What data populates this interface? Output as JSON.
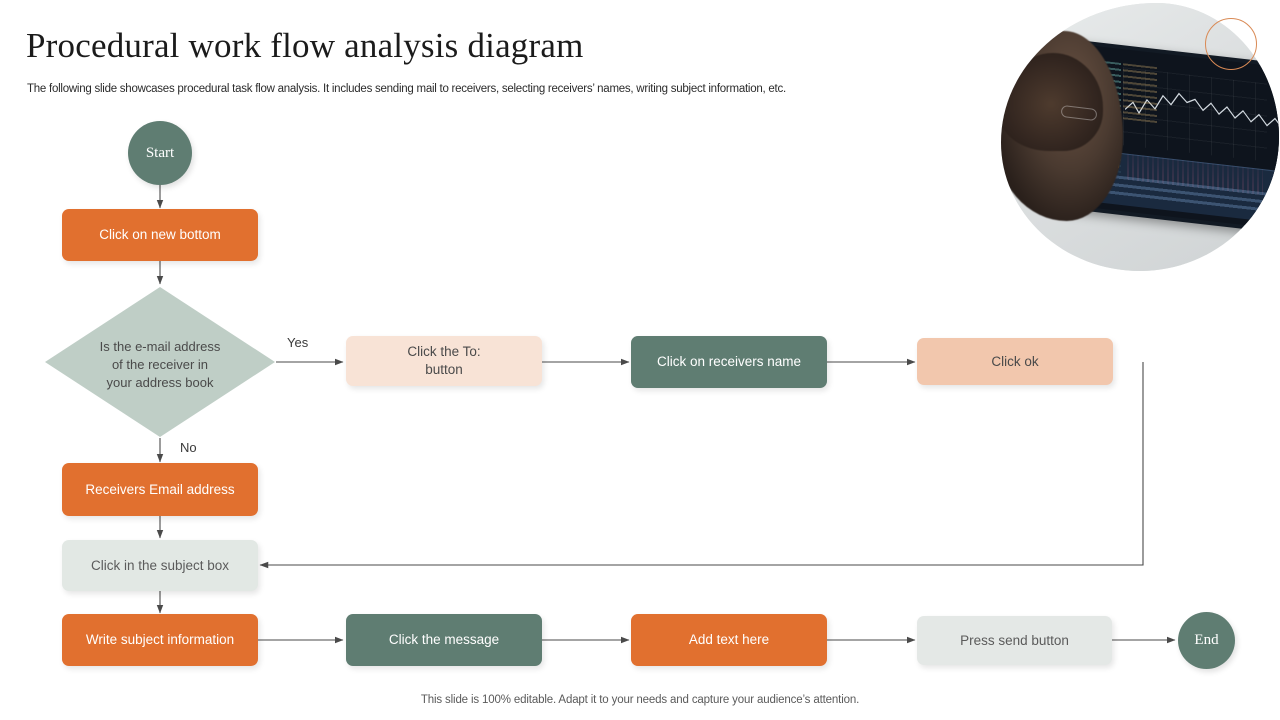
{
  "header": {
    "title": "Procedural work flow analysis diagram",
    "subtitle": "The following slide showcases procedural task flow analysis. It includes sending mail to receivers, selecting receivers’ names, writing subject information, etc."
  },
  "footer": {
    "note": "This slide is 100% editable. Adapt it to your needs and capture your audience’s attention."
  },
  "hero": {
    "photo_alt": "person-viewing-trading-screen-photo",
    "accent_circle": "circle-outline-accent"
  },
  "flow": {
    "start": {
      "label": "Start"
    },
    "end": {
      "label": "End"
    },
    "nodes": [
      {
        "id": "click-new-bottom",
        "label": "Click on new bottom"
      },
      {
        "id": "click-to-button",
        "label": "Click the To:\nbutton"
      },
      {
        "id": "click-receivers-name",
        "label": "Click on receivers name"
      },
      {
        "id": "click-ok",
        "label": "Click ok"
      },
      {
        "id": "receivers-email-address",
        "label": "Receivers Email address"
      },
      {
        "id": "click-subject-box",
        "label": "Click in the subject box"
      },
      {
        "id": "write-subject-info",
        "label": "Write subject information"
      },
      {
        "id": "click-the-message",
        "label": "Click the message"
      },
      {
        "id": "add-text-here",
        "label": "Add text here"
      },
      {
        "id": "press-send-button",
        "label": "Press send button"
      }
    ],
    "decision": {
      "id": "email-in-address-book",
      "label": "Is the e-mail address\nof the receiver  in\nyour address book"
    },
    "edge_labels": {
      "yes": "Yes",
      "no": "No"
    }
  },
  "colors": {
    "orange": "#E1702F",
    "green": "#5F7D72",
    "sage": "#BFCEC6",
    "peach_light": "#F8E3D6",
    "peach": "#F2C7AD",
    "grey_light": "#E2E8E4",
    "accent_circle": "#D98A55",
    "connector": "#4a4a4a"
  }
}
